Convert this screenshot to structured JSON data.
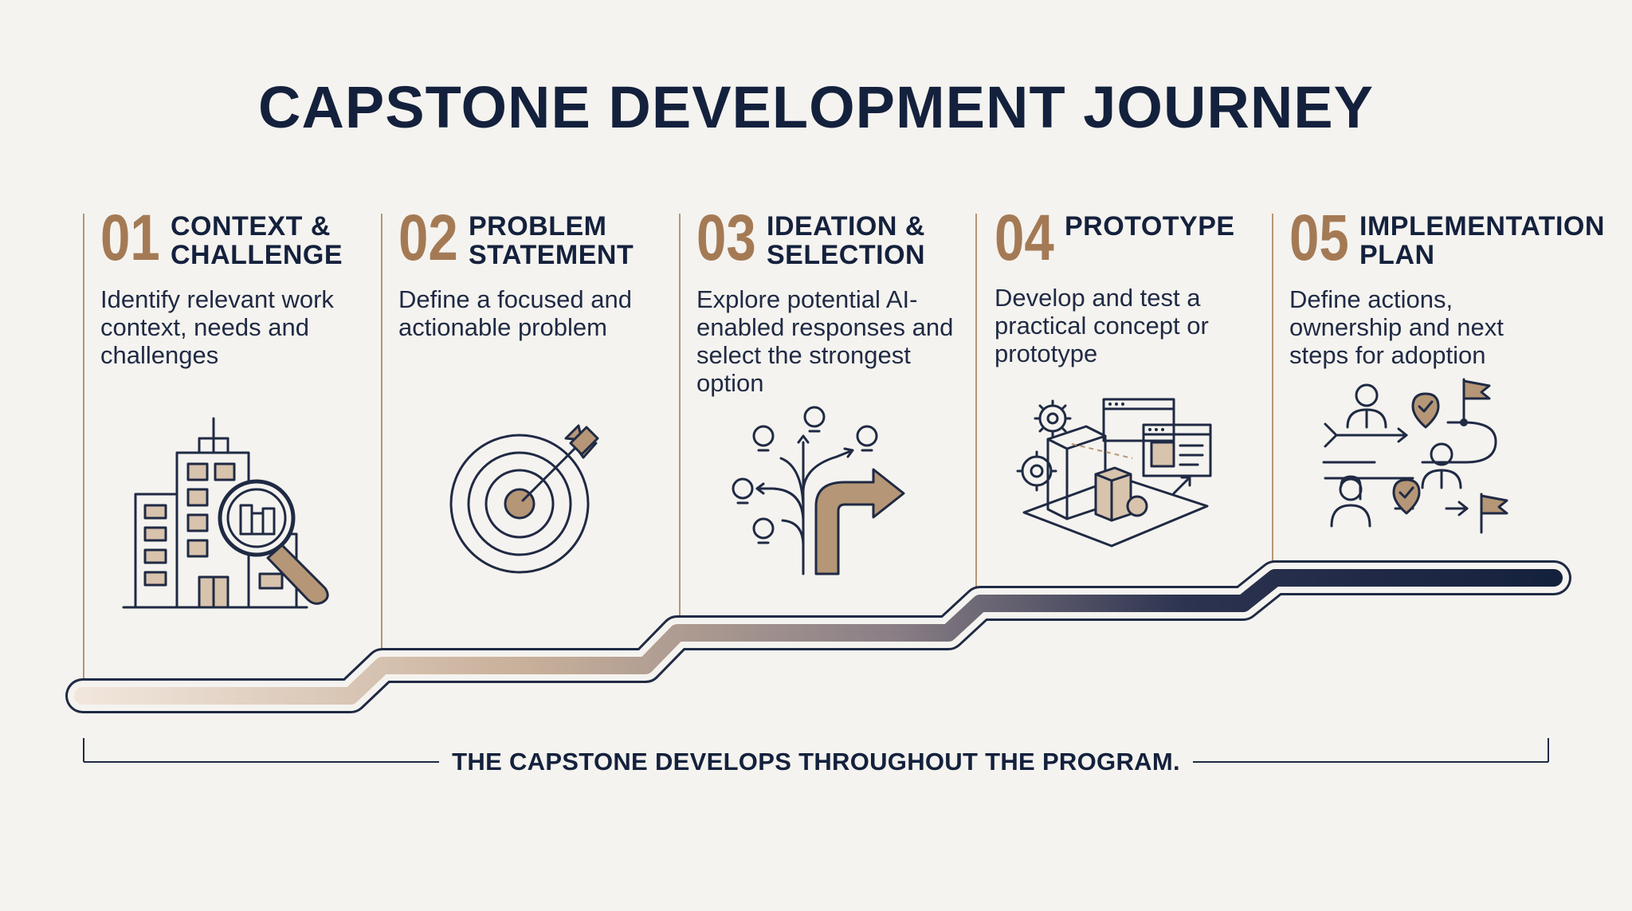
{
  "title": "CAPSTONE DEVELOPMENT JOURNEY",
  "steps": [
    {
      "number": "01",
      "title": "CONTEXT & CHALLENGE",
      "description": "Identify relevant work context, needs and challenges",
      "icon": "building-magnifier-icon"
    },
    {
      "number": "02",
      "title": "PROBLEM STATEMENT",
      "description": "Define a focused and actionable problem",
      "icon": "target-arrow-icon"
    },
    {
      "number": "03",
      "title": "IDEATION & SELECTION",
      "description": "Explore potential AI-enabled responses and select the strongest option",
      "icon": "branching-ideas-icon"
    },
    {
      "number": "04",
      "title": "PROTOTYPE",
      "description": "Develop and test a practical concept or prototype",
      "icon": "prototype-isometric-icon"
    },
    {
      "number": "05",
      "title": "IMPLEMENTATION PLAN",
      "description": "Define actions, ownership and next steps for adoption",
      "icon": "people-roadmap-icon"
    }
  ],
  "footer": "THE CAPSTONE DEVELOPS THROUGHOUT THE PROGRAM.",
  "colors": {
    "background": "#f5f3ef",
    "navy": "#14213d",
    "accent": "#a47a55",
    "tan": "#d8c3ad"
  }
}
